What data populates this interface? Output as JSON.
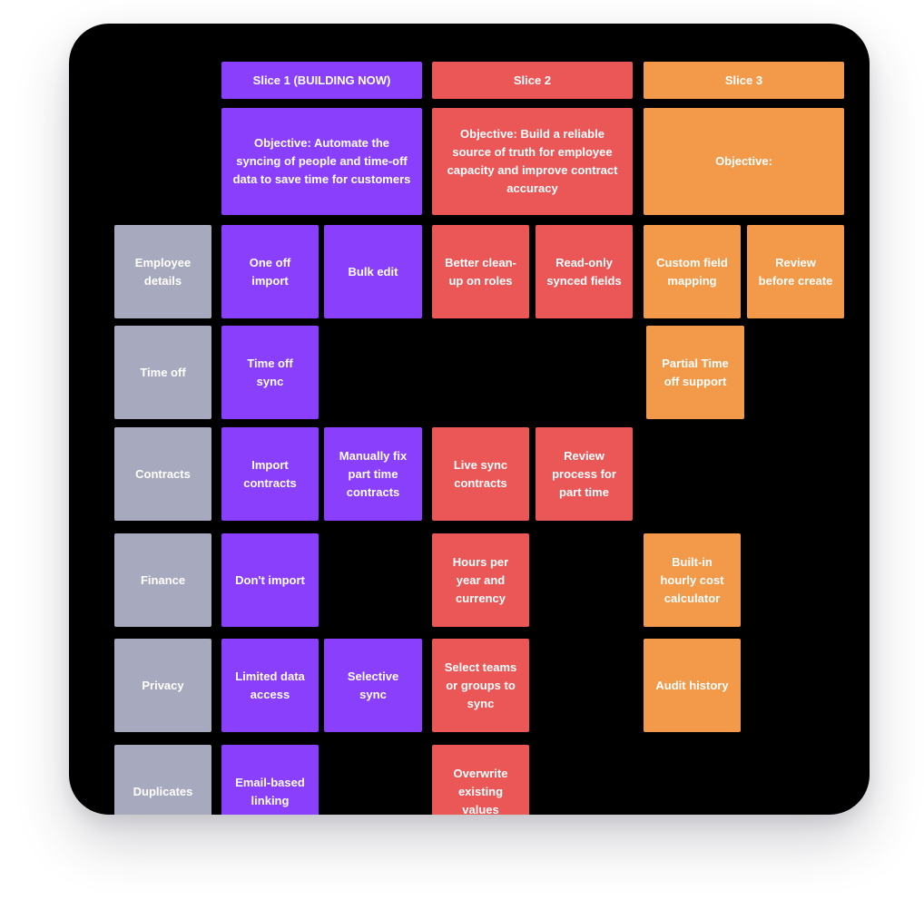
{
  "colors": {
    "slice1": "#8a3ffc",
    "slice2": "#eb5757",
    "slice3": "#f2994a",
    "category": "#a7a9be",
    "background": "#000000"
  },
  "slices": [
    {
      "title": "Slice 1 (BUILDING NOW)",
      "objective": "Objective: Automate the syncing of people and time-off data to save time for customers"
    },
    {
      "title": "Slice 2",
      "objective": "Objective: Build a reliable source of truth for employee capacity and improve contract accuracy"
    },
    {
      "title": "Slice 3",
      "objective": "Objective:"
    }
  ],
  "rows": [
    {
      "category": "Employee details",
      "slice1": [
        "One off import",
        "Bulk edit"
      ],
      "slice2": [
        "Better clean-up on roles",
        "Read-only synced fields"
      ],
      "slice3": [
        "Custom field mapping",
        "Review before create"
      ]
    },
    {
      "category": "Time off",
      "slice1": [
        "Time off sync"
      ],
      "slice2": [],
      "slice3": [
        "Partial Time off support"
      ]
    },
    {
      "category": "Contracts",
      "slice1": [
        "Import contracts",
        "Manually fix part time contracts"
      ],
      "slice2": [
        "Live sync contracts",
        "Review process for part time"
      ],
      "slice3": []
    },
    {
      "category": "Finance",
      "slice1": [
        "Don't import"
      ],
      "slice2": [
        "Hours per year and currency"
      ],
      "slice3": [
        "Built-in hourly cost calculator"
      ]
    },
    {
      "category": "Privacy",
      "slice1": [
        "Limited data access",
        "Selective sync"
      ],
      "slice2": [
        "Select teams or groups to sync"
      ],
      "slice3": [
        "Audit history"
      ]
    },
    {
      "category": "Duplicates",
      "slice1": [
        "Email-based linking"
      ],
      "slice2": [
        "Overwrite existing values"
      ],
      "slice3": []
    }
  ]
}
